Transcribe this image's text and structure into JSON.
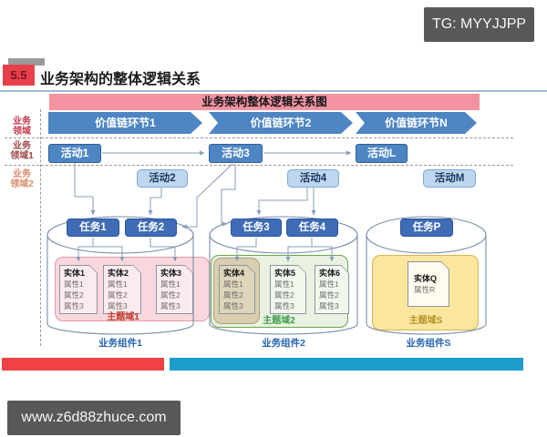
{
  "watermarks": {
    "top": "TG: MYYJJPP",
    "bottom": "www.z6d88zhuce.com"
  },
  "header": {
    "number": "5.5",
    "title": "业务架构的整体逻辑关系"
  },
  "diagram": {
    "banner": "业务架构整体逻辑关系图",
    "domains": [
      {
        "line1": "业务",
        "line2": "领域"
      },
      {
        "line1": "业务",
        "line2": "领域1"
      },
      {
        "line1": "业务",
        "line2": "领域2"
      }
    ],
    "value_chain": [
      "价值链环节1",
      "价值链环节2",
      "价值链环节N"
    ],
    "activities_row1": [
      "活动1",
      "活动3",
      "活动L"
    ],
    "activities_row2": [
      "活动2",
      "活动4",
      "活动M"
    ],
    "components": [
      {
        "label": "业务组件1",
        "theme": "主题域1",
        "tasks": [
          "任务1",
          "任务2"
        ],
        "entities": [
          {
            "title": "实体1",
            "attrs": [
              "属性1",
              "属性2",
              "属性3"
            ]
          },
          {
            "title": "实体2",
            "attrs": [
              "属性1",
              "属性2",
              "属性3"
            ]
          },
          {
            "title": "实体3",
            "attrs": [
              "属性1",
              "属性2",
              "属性3"
            ]
          }
        ]
      },
      {
        "label": "业务组件2",
        "theme": "主题域2",
        "tasks": [
          "任务3",
          "任务4"
        ],
        "entities": [
          {
            "title": "实体4",
            "attrs": [
              "属性1",
              "属性2",
              "属性3"
            ]
          },
          {
            "title": "实体5",
            "attrs": [
              "属性1",
              "属性2",
              "属性3"
            ]
          },
          {
            "title": "实体6",
            "attrs": [
              "属性1",
              "属性2",
              "属性3"
            ]
          }
        ]
      },
      {
        "label": "业务组件S",
        "theme": "主题域S",
        "tasks": [
          "任务P"
        ],
        "entities": [
          {
            "title": "实体Q",
            "attrs": [
              "属性R"
            ]
          }
        ]
      }
    ],
    "colors": {
      "banner_pink": "#f2939f",
      "chevron_blue": "#4e86c4",
      "task_blue": "#3e6cb5",
      "light_activity": "#bdd7ee",
      "theme1_pink": "#f8d8dd",
      "theme2_green": "#e9f2e1",
      "overlap_tan": "#d9cfae",
      "themeS_yellow": "#fbe69e",
      "bottom_bar_red": "#f04242",
      "bottom_bar_blue": "#1b9ecc",
      "watermark_gray": "#58585a",
      "section_number_red": "#e8404a"
    }
  }
}
